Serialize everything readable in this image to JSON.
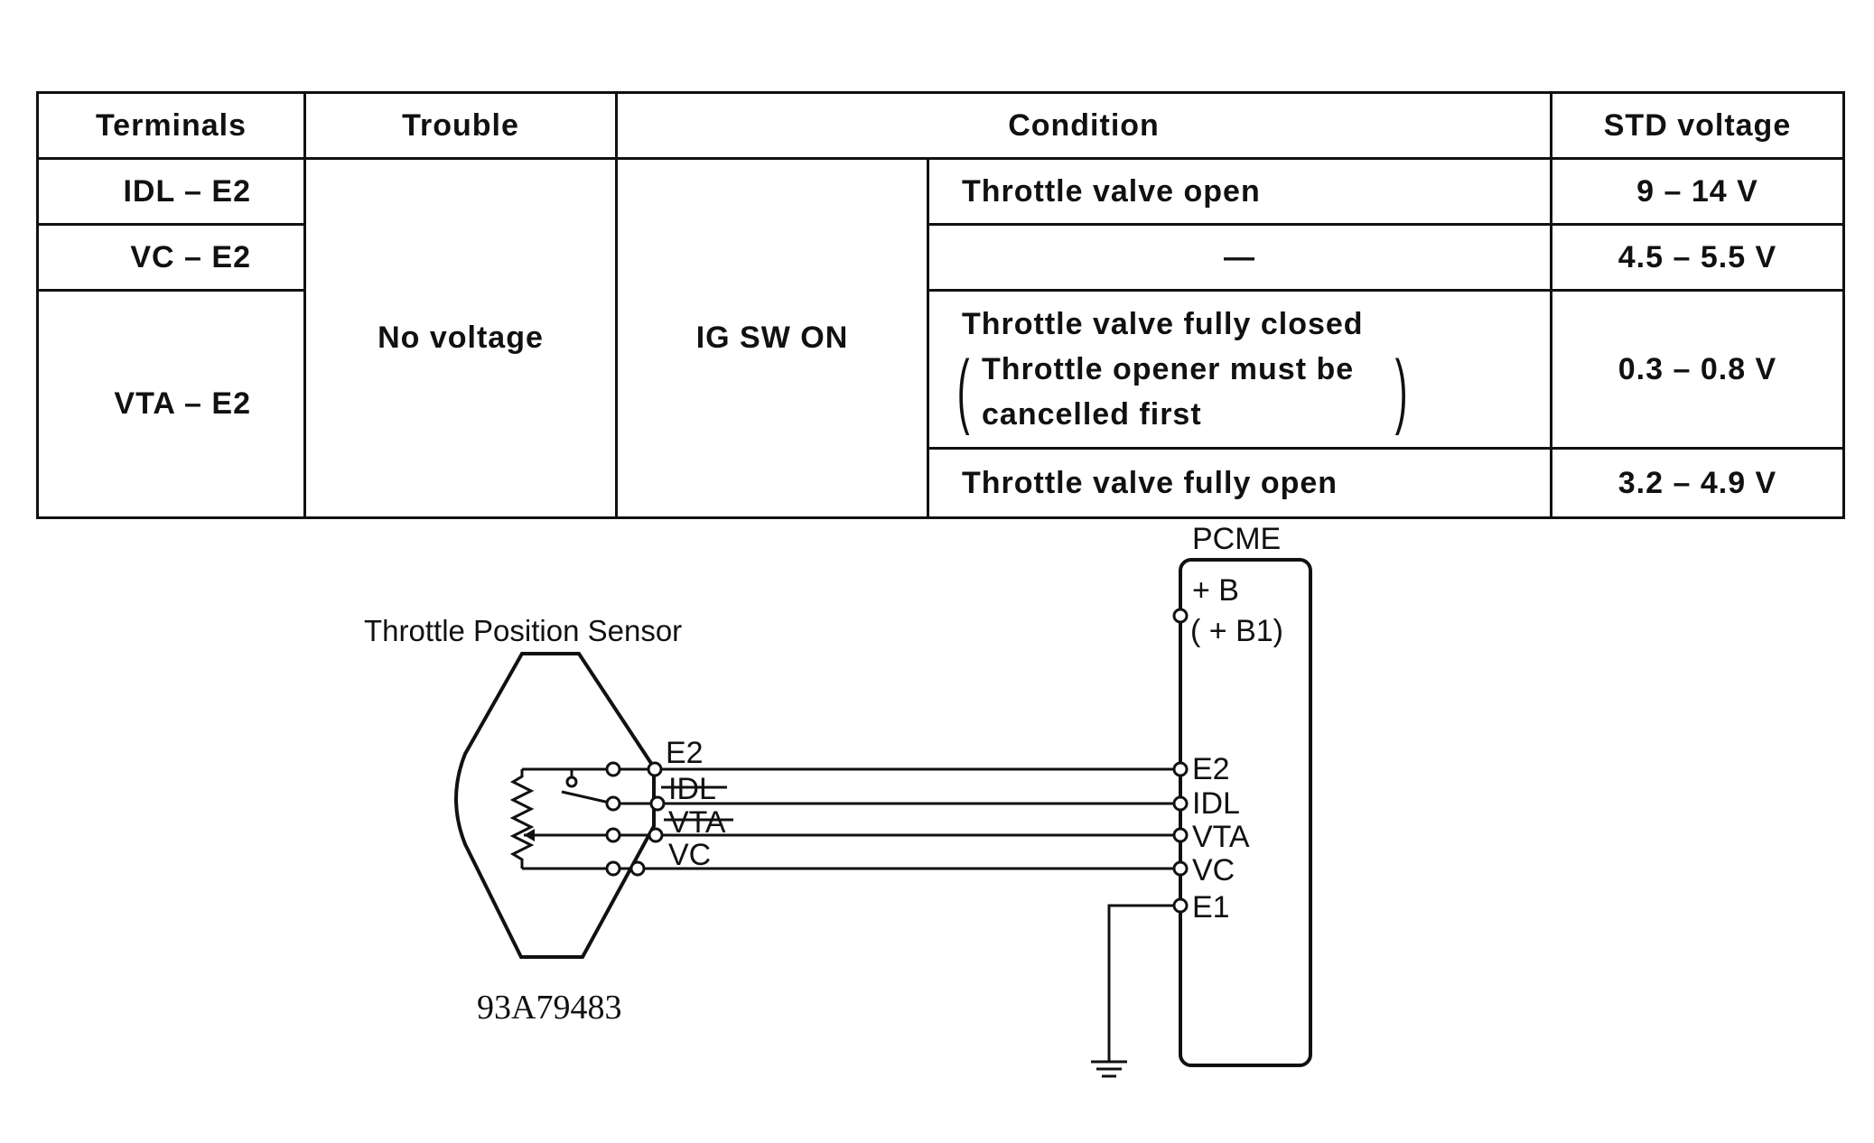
{
  "table": {
    "headers": {
      "terminals": "Terminals",
      "trouble": "Trouble",
      "condition": "Condition",
      "std_voltage": "STD voltage"
    },
    "trouble_value": "No voltage",
    "condition_main": "IG SW ON",
    "rows": [
      {
        "terminals": "IDL – E2",
        "condition": "Throttle valve open",
        "voltage": "9 – 14 V"
      },
      {
        "terminals": "VC – E2",
        "condition": "—",
        "voltage": "4.5 – 5.5 V"
      },
      {
        "terminals": "VTA – E2",
        "condition": "Throttle valve fully closed",
        "condition_note_line1": "Throttle opener must be",
        "condition_note_line2": "cancelled first",
        "voltage": "0.3 – 0.8 V"
      },
      {
        "condition": "Throttle valve fully open",
        "voltage": "3.2 – 4.9 V"
      }
    ]
  },
  "diagram": {
    "sensor_label": "Throttle Position Sensor",
    "sensor_terminals": [
      "E2",
      "IDL",
      "VTA",
      "VC"
    ],
    "ecu_label": "PCME",
    "ecu_power_line1": "+ B",
    "ecu_power_line2": "( + B1)",
    "ecu_terminals": [
      "E2",
      "IDL",
      "VTA",
      "VC",
      "E1"
    ],
    "figure_code": "93A79483"
  }
}
